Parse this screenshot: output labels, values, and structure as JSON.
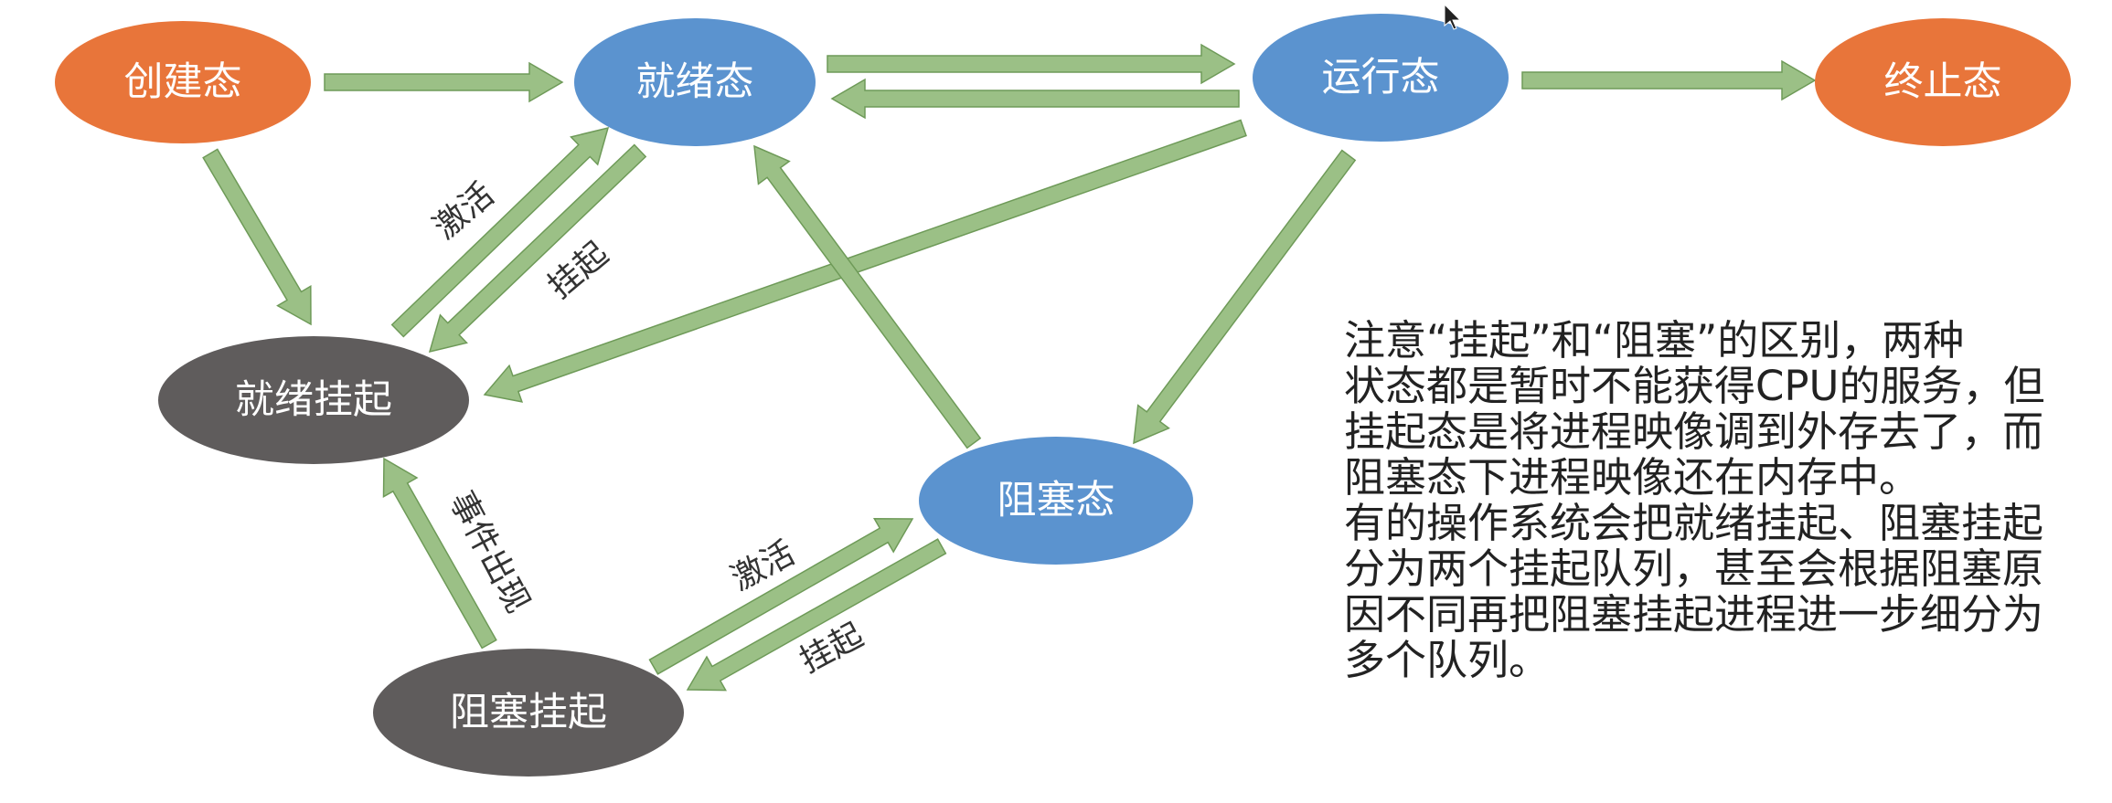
{
  "diagram": {
    "nodes": {
      "create": "创建态",
      "ready": "就绪态",
      "running": "运行态",
      "terminate": "终止态",
      "ready_suspend": "就绪挂起",
      "blocked": "阻塞态",
      "blocked_suspend": "阻塞挂起"
    },
    "edge_labels": {
      "activate_upper": "激活",
      "suspend_upper": "挂起",
      "event_occurs": "事件出现",
      "activate_lower": "激活",
      "suspend_lower": "挂起"
    },
    "colors": {
      "orange": "#E8753A",
      "blue": "#5B93CF",
      "gray": "#5F5C5C",
      "arrow_fill": "#9BC086",
      "arrow_stroke": "#6E9A58"
    }
  },
  "note": {
    "lines": [
      "注意“挂起”和“阻塞”的区别，两种",
      "状态都是暂时不能获得CPU的服务，但",
      "挂起态是将进程映像调到外存去了，而",
      "阻塞态下进程映像还在内存中。",
      "有的操作系统会把就绪挂起、阻塞挂起",
      "分为两个挂起队列，甚至会根据阻塞原",
      "因不同再把阻塞挂起进程进一步细分为",
      "多个队列。"
    ]
  }
}
